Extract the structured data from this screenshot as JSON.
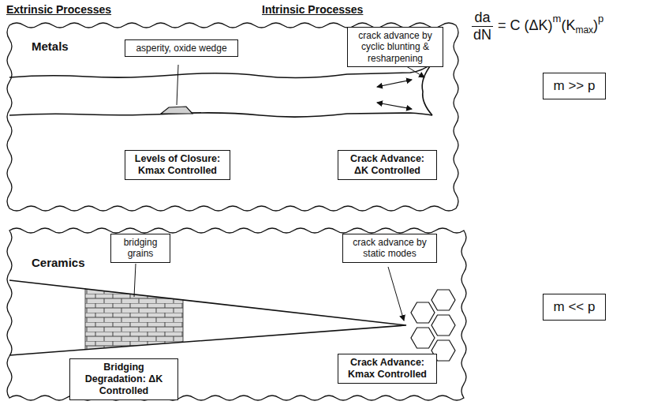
{
  "diagram": {
    "nodes": [
      {
        "text": [
          "Metals"
        ]
      },
      {
        "text": [
          "asperity, oxide wedge"
        ],
        "in": 0
      },
      {
        "text": [
          "crack advance by cyclic blunting & resharpening"
        ],
        "in": 0
      },
      {
        "text": [
          "Levels of Closure: Kmax Controlled"
        ],
        "in": 0
      },
      {
        "text": [
          "Crack Advance: ΔK Controlled"
        ],
        "in": 0
      },
      {
        "text": [
          "Ceramics"
        ]
      },
      {
        "text": [
          "bridging grains"
        ],
        "in": 5
      },
      {
        "text": [
          "crack advance by static modes"
        ],
        "in": 5
      },
      {
        "text": [
          "Bridging Degradation: ΔK Controlled"
        ],
        "in": 5
      },
      {
        "text": [
          "Crack Advance: Kmax Controlled"
        ],
        "in": 5
      },
      {
        "text": [
          "m >> p"
        ]
      },
      {
        "text": [
          "m << p"
        ]
      }
    ],
    "labels": [
      "Extrinsic Processes",
      "Intrinsic Processes",
      "da",
      "dN",
      "= C  (ΔK)",
      "m",
      "(K",
      "max",
      ")",
      "p"
    ]
  }
}
